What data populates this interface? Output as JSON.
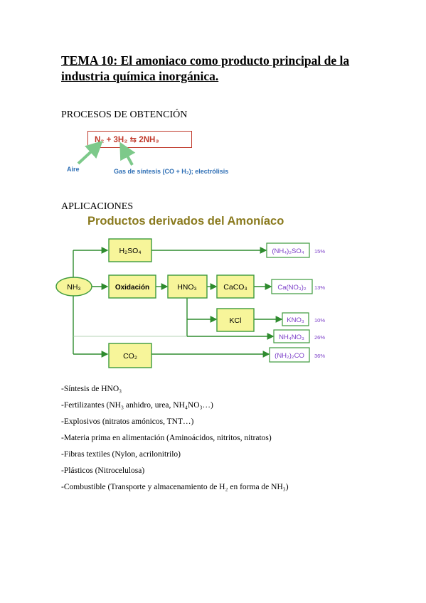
{
  "title": "TEMA 10: El amoniaco como producto principal de la industria química inorgánica.",
  "sections": {
    "obtencion": "PROCESOS DE OBTENCIÓN",
    "aplicaciones": "APLICACIONES"
  },
  "obtencion": {
    "equation": "N₂ + 3H₂ ⇆ 2NH₃",
    "aire_label": "Aire",
    "gas_label": "Gas de síntesis (CO + H₂); electrólisis"
  },
  "diagram": {
    "title": "Productos derivados del Amoníaco",
    "source": "NH₃",
    "intermediates": {
      "h2so4": "H₂SO₄",
      "oxidacion": "Oxidación",
      "hno3": "HNO₃",
      "caco3": "CaCO₃",
      "kcl": "KCl",
      "co2": "CO₂"
    },
    "products": [
      {
        "name": "(NH₄)₂SO₄",
        "percent": "15%"
      },
      {
        "name": "Ca(NO₃)₂",
        "percent": "13%"
      },
      {
        "name": "KNO₃",
        "percent": "10%"
      },
      {
        "name": "NH₄NO₃",
        "percent": "26%"
      },
      {
        "name": "(NH₂)₂CO",
        "percent": "36%"
      }
    ],
    "colors": {
      "box_fill": "#f7f59a",
      "box_border": "#3d9a3d",
      "arrow": "#2e8b2e",
      "product_text": "#7b3ec8"
    }
  },
  "list": [
    "-Síntesis de HNO₃",
    "-Fertilizantes (NH₃ anhidro, urea, NH₄NO₃…)",
    "-Explosivos (nitratos amónicos, TNT…)",
    "-Materia prima en alimentación (Aminoácidos, nitritos, nitratos)",
    "-Fibras textiles (Nylon, acrilonitrilo)",
    "-Plásticos (Nitrocelulosa)",
    "-Combustible (Transporte y almacenamiento de H₂ en forma de NH₃)"
  ]
}
